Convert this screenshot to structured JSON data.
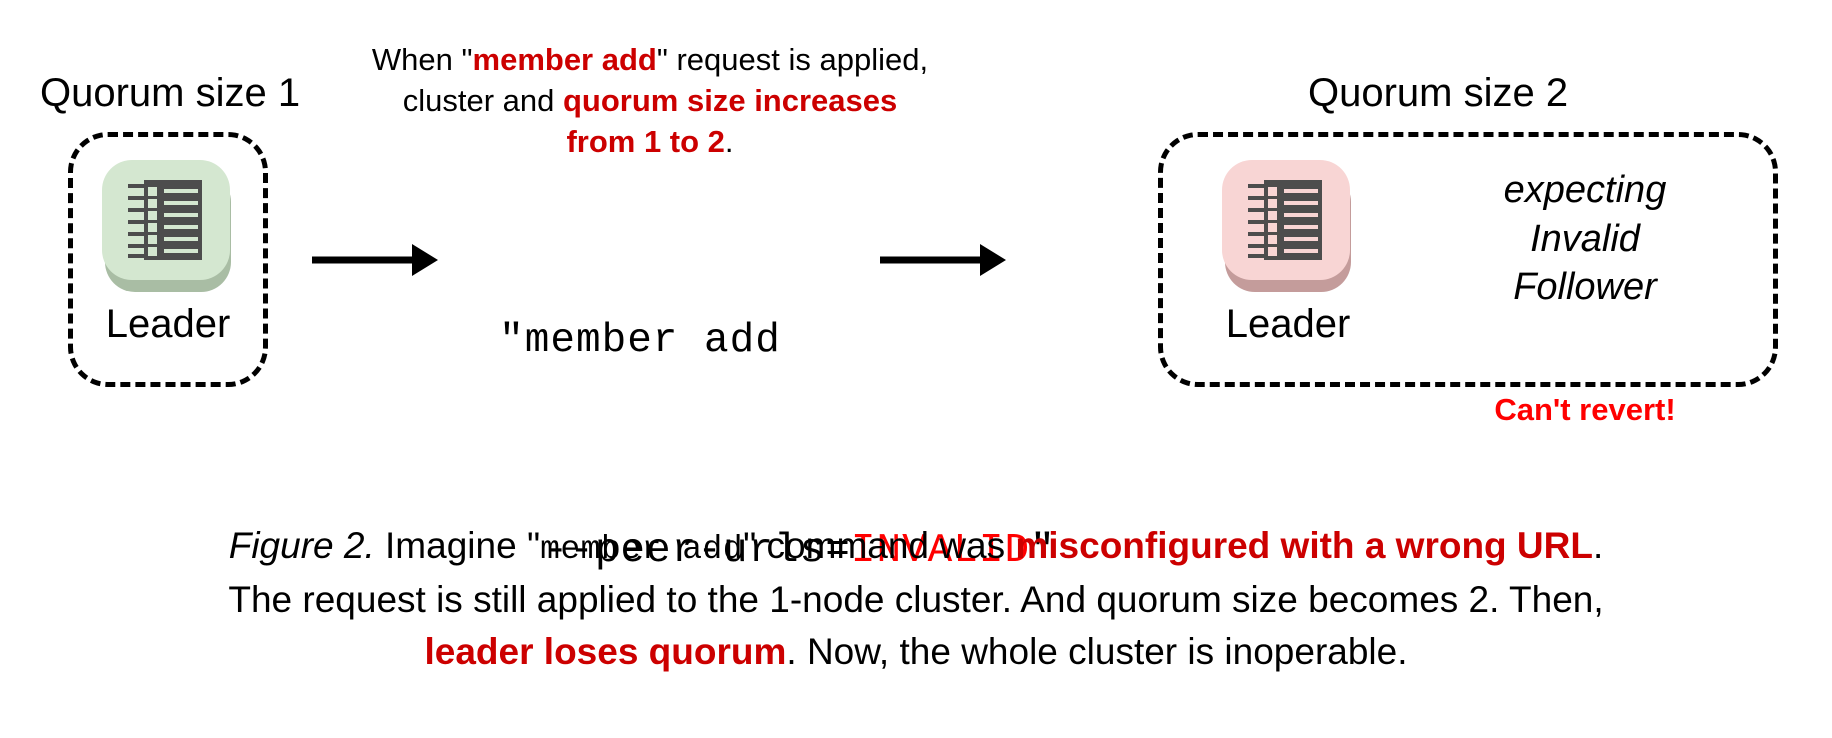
{
  "figure": {
    "left_cluster": {
      "title": "Quorum size 1",
      "node_label": "Leader",
      "node_color": "#d4e7d0"
    },
    "right_cluster": {
      "title": "Quorum size 2",
      "node_label": "Leader",
      "node_color": "#f8d5d4",
      "status_line1": "expecting",
      "status_line2": "Invalid",
      "status_line3": "Follower",
      "warning": "Can't revert!"
    },
    "top_note": {
      "l1_a": "When \"",
      "l1_b": "member add",
      "l1_c": "\" request is applied,",
      "l2_a": "cluster and ",
      "l2_b": "quorum size increases",
      "l3_a": "from 1 to 2",
      "l3_b": "."
    },
    "command": {
      "line1": "\"member add",
      "line2_a": "--peer-urls=",
      "line2_b": "INVALID",
      "line2_c": "\""
    },
    "caption": {
      "l1_a": "Figure 2.",
      "l1_b": " Imagine \"",
      "l1_c": "member add",
      "l1_d": "\" command was ",
      "l1_e": "misconfigured with a wrong URL",
      "l1_f": ".",
      "l2": "The request is still applied to the 1-node cluster. And quorum size becomes 2. Then,",
      "l3_a": "leader loses quorum",
      "l3_b": ". Now, the whole cluster is inoperable."
    },
    "colors": {
      "emphasis_red": "#cc0000",
      "alert_red": "#ff0000",
      "ink": "#000000",
      "background": "#ffffff"
    }
  }
}
